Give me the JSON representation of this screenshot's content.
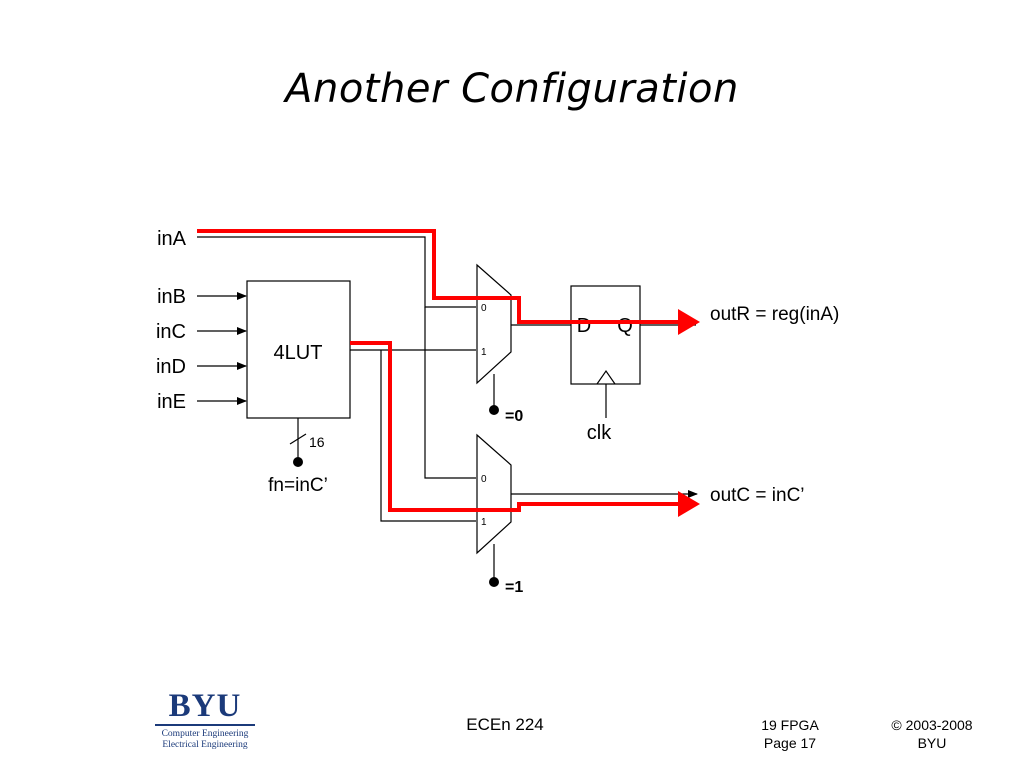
{
  "slide": {
    "title": "Another Configuration"
  },
  "inputs": {
    "ina": "inA",
    "inb": "inB",
    "inc": "inC",
    "ind": "inD",
    "ine": "inE"
  },
  "lut": {
    "label": "4LUT",
    "bus_width": "16",
    "fn_label": "fn=inC’"
  },
  "mux_top": {
    "in0": "0",
    "in1": "1",
    "select": "=0"
  },
  "mux_bottom": {
    "in0": "0",
    "in1": "1",
    "select": "=1"
  },
  "flipflop": {
    "d": "D",
    "q": "Q",
    "clk": "clk"
  },
  "outputs": {
    "outr": "outR = reg(inA)",
    "outc": "outC = inC’"
  },
  "footer": {
    "logo_text": "BYU",
    "logo_line1": "Computer Engineering",
    "logo_line2": "Electrical Engineering",
    "course": "ECEn 224",
    "lecture": "19 FPGA",
    "page": "Page 17",
    "copyright": "© 2003-2008",
    "org": "BYU"
  },
  "colors": {
    "highlight_path": "#ff0000",
    "wire": "#000000",
    "logo_blue": "#1b3a7a"
  }
}
